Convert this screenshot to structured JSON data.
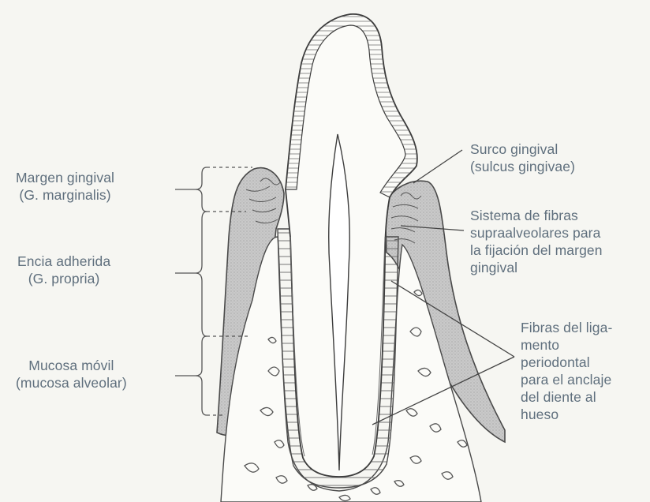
{
  "labels": {
    "margen": {
      "line1": "Margen gingival",
      "line2": "(G. marginalis)"
    },
    "encia": {
      "line1": "Encia adherida",
      "line2": "(G. propria)"
    },
    "mucosa": {
      "line1": "Mucosa móvil",
      "line2": "(mucosa alveolar)"
    },
    "surco": {
      "line1": "Surco gingival",
      "line2": "(sulcus gingivae)"
    },
    "sistema": {
      "line1": "Sistema de fibras",
      "line2": "supraalveolares para",
      "line3": "la fijación del margen",
      "line4": "gingival"
    },
    "fibras": {
      "line1": "Fibras del liga-",
      "line2": "mento",
      "line3": "periodontal",
      "line4": "para el anclaje",
      "line5": "del diente al",
      "line6": "hueso"
    }
  },
  "colors": {
    "label_text": "#5f6f7d",
    "line_art": "#4a4a4a",
    "gingiva_fill": "#c9c9c9",
    "background": "#f6f6f2"
  }
}
